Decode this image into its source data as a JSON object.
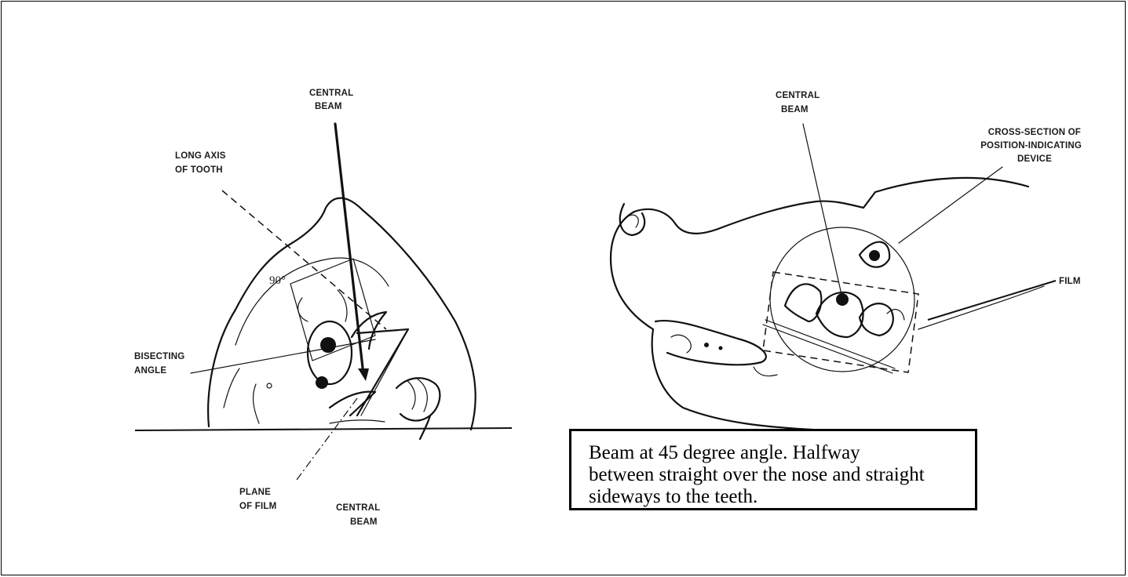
{
  "left_diagram": {
    "labels": {
      "central_beam_top": [
        "CENTRAL",
        "BEAM"
      ],
      "long_axis": [
        "LONG AXIS",
        "OF TOOTH"
      ],
      "angle_90": "90°",
      "bisecting_angle": [
        "BISECTING",
        "ANGLE"
      ],
      "plane_of_film": [
        "PLANE",
        "OF FILM"
      ],
      "central_beam_bottom": [
        "CENTRAL",
        "BEAM"
      ]
    }
  },
  "right_diagram": {
    "labels": {
      "central_beam": [
        "CENTRAL",
        "BEAM"
      ],
      "pid": [
        "CROSS-SECTION OF",
        "POSITION-INDICATING",
        "DEVICE"
      ],
      "film": "FILM"
    }
  },
  "caption": {
    "text": "Beam at 45 degree angle. Halfway\nbetween straight over the nose and straight\nsideways to the teeth."
  }
}
